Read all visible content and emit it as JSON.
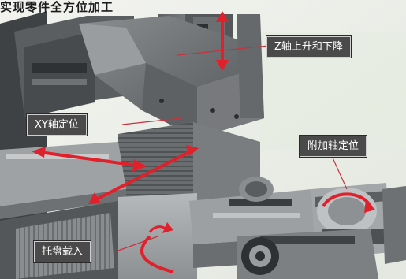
{
  "caption": "实现零件全方位加工",
  "labels": {
    "z_axis": "Z轴上升和下降",
    "xy_axis": "XY轴定位",
    "aux_axis": "附加轴定位",
    "pallet_load": "托盘载入"
  },
  "colors": {
    "arrow": "#e0202a",
    "label_bg": "#4a4a4a",
    "leader_line": "#c8323c"
  }
}
